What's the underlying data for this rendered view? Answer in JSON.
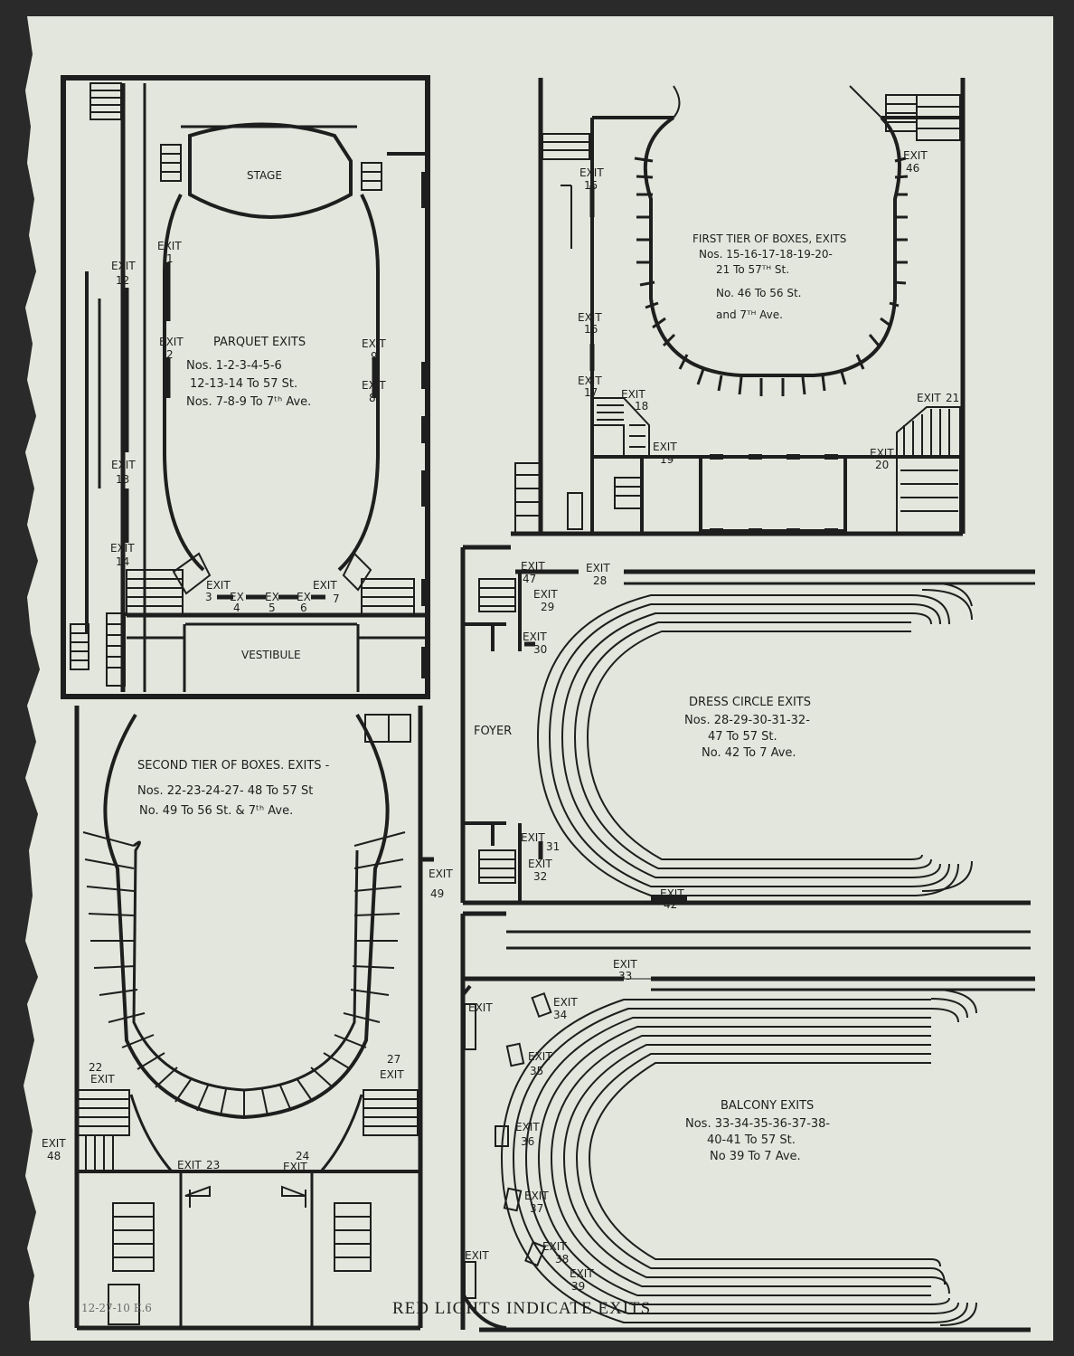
{
  "paper": {
    "color": "#e3e6dc",
    "ink": "#1e1e1e"
  },
  "parquet": {
    "stage": "STAGE",
    "vestibule": "VESTIBULE",
    "title": "PARQUET EXITS",
    "lines": [
      "Nos. 1-2-3-4-5-6",
      "12-13-14 To 57 St.",
      "Nos. 7-8-9 To 7ᵗʰ Ave."
    ],
    "exit_word": "EXIT",
    "ex_word": "EX",
    "exits": {
      "e1": "1",
      "e2": "2",
      "e3": "3",
      "e4": "4",
      "e5": "5",
      "e6": "6",
      "e7": "7",
      "e8": "8",
      "e9": "9",
      "e12": "12",
      "e13": "13",
      "e14": "14"
    }
  },
  "first_tier": {
    "title": "FIRST TIER OF BOXES, EXITS",
    "lines": [
      "Nos. 15-16-17-18-19-20-",
      "21 To 57ᵀᴴ St.",
      "No. 46 To 56 St.",
      "and 7ᵀᴴ Ave."
    ],
    "exit_word": "EXIT",
    "exits": {
      "e15": "15",
      "e16": "16",
      "e17": "17",
      "e18": "18",
      "e19": "19",
      "e20": "20",
      "e21": "21",
      "e46": "46"
    }
  },
  "second_tier": {
    "title": "SECOND TIER OF BOXES. EXITS -",
    "lines": [
      "Nos. 22-23-24-27- 48 To 57 St",
      "No. 49 To 56 St. & 7ᵗʰ Ave."
    ],
    "exit_word": "EXIT",
    "exits": {
      "e22": "22",
      "e23": "23",
      "e24": "24",
      "e27": "27",
      "e48": "48",
      "e49": "49"
    }
  },
  "dress_circle": {
    "foyer": "FOYER",
    "title": "DRESS CIRCLE EXITS",
    "lines": [
      "Nos. 28-29-30-31-32-",
      "47 To 57 St.",
      "No. 42 To 7 Ave."
    ],
    "exit_word": "EXIT",
    "exits": {
      "e28": "28",
      "e29": "29",
      "e30": "30",
      "e31": "31",
      "e32": "32",
      "e42": "42",
      "e47": "47"
    }
  },
  "balcony": {
    "title": "BALCONY EXITS",
    "lines": [
      "Nos. 33-34-35-36-37-38-",
      "40-41 To 57 St.",
      "No 39 To 7 Ave."
    ],
    "exit_word": "EXIT",
    "exits": {
      "e33": "33",
      "e34": "34",
      "e35": "35",
      "e36": "36",
      "e37": "37",
      "e38": "38",
      "e39": "39"
    }
  },
  "footer": "RED LIGHTS INDICATE EXITS",
  "archive_note": "12-27-10 E.6"
}
